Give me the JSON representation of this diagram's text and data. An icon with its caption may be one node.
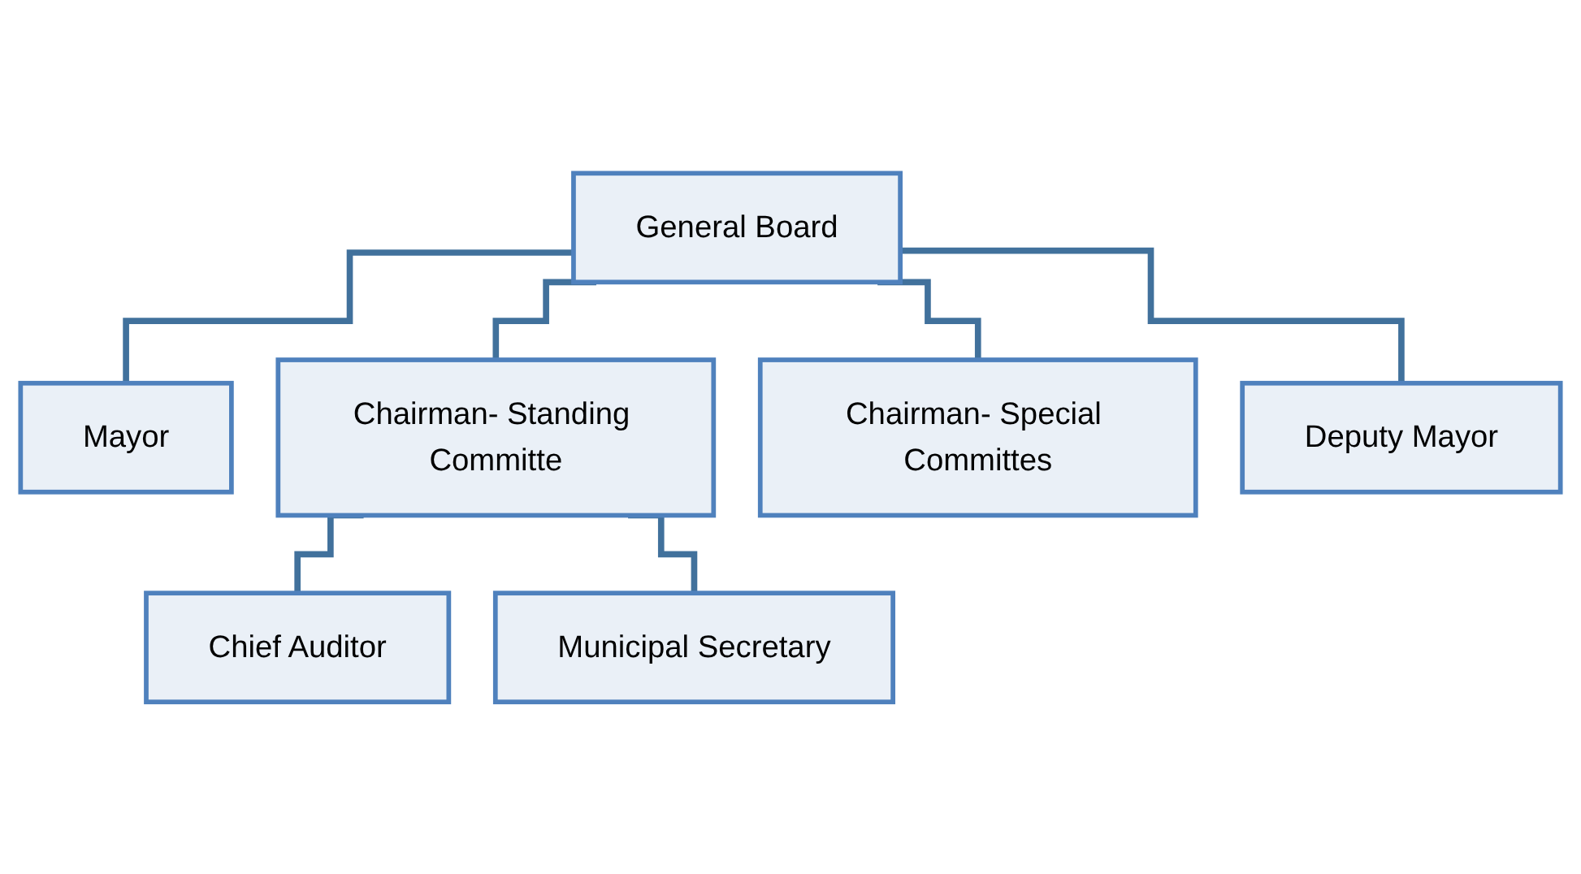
{
  "diagram": {
    "nodes": [
      {
        "text": [
          "General Board"
        ]
      },
      {
        "text": [
          "Mayor"
        ]
      },
      {
        "text": [
          "Chairman- Standing Committe"
        ]
      },
      {
        "text": [
          "Chairman- Special Committes"
        ]
      },
      {
        "text": [
          "Deputy Mayor"
        ]
      },
      {
        "text": [
          "Chief Auditor"
        ]
      },
      {
        "text": [
          "Municipal Secretary"
        ]
      }
    ],
    "edges": [
      {
        "from": 0,
        "to": 1,
        "arrow": "none"
      },
      {
        "from": 0,
        "to": 2,
        "arrow": "none"
      },
      {
        "from": 0,
        "to": 3,
        "arrow": "none"
      },
      {
        "from": 0,
        "to": 4,
        "arrow": "none"
      },
      {
        "from": 2,
        "to": 5,
        "arrow": "none"
      },
      {
        "from": 2,
        "to": 6,
        "arrow": "none"
      }
    ]
  }
}
